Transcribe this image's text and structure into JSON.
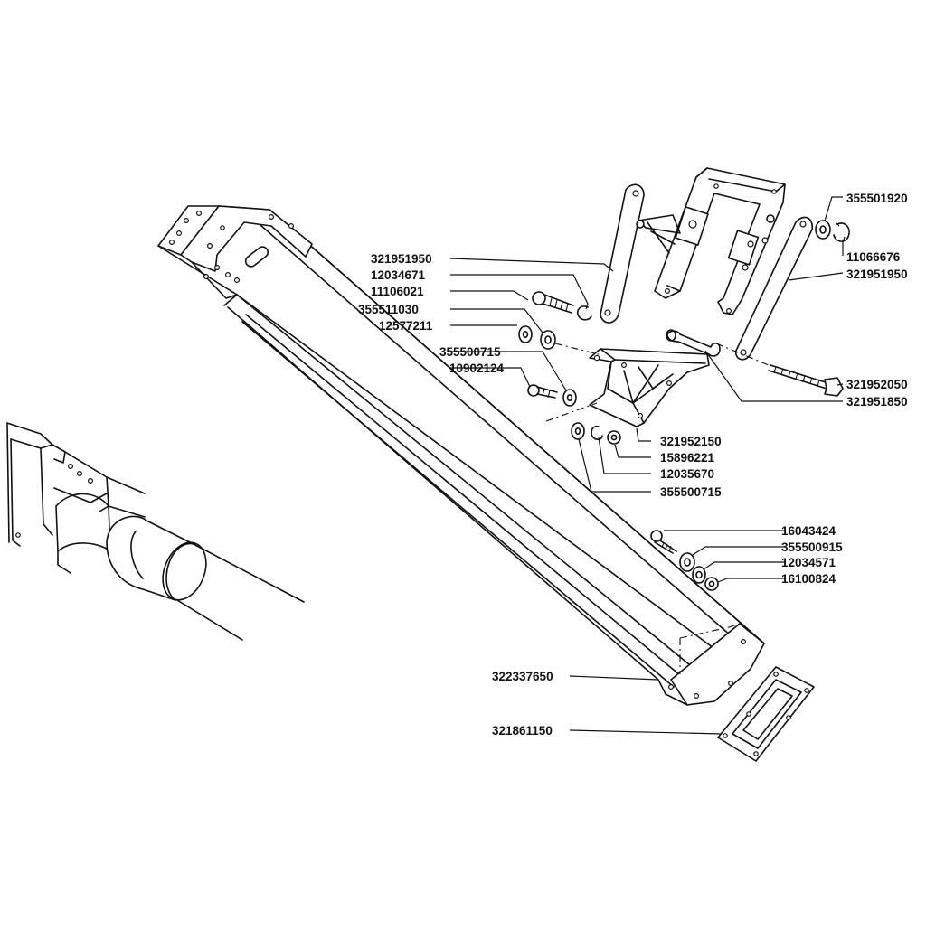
{
  "diagram": {
    "part_labels": [
      {
        "id": "p1",
        "text": "355501920"
      },
      {
        "id": "p2",
        "text": "11066676"
      },
      {
        "id": "p3",
        "text": "321951950"
      },
      {
        "id": "p4",
        "text": "321951950"
      },
      {
        "id": "p5",
        "text": "12034671"
      },
      {
        "id": "p6",
        "text": "11106021"
      },
      {
        "id": "p7",
        "text": "355511030"
      },
      {
        "id": "p8",
        "text": "12577211"
      },
      {
        "id": "p9",
        "text": "355500715"
      },
      {
        "id": "p10",
        "text": "10902124"
      },
      {
        "id": "p11",
        "text": "321952050"
      },
      {
        "id": "p12",
        "text": "321951850"
      },
      {
        "id": "p13",
        "text": "321952150"
      },
      {
        "id": "p14",
        "text": "15896221"
      },
      {
        "id": "p15",
        "text": "12035670"
      },
      {
        "id": "p16",
        "text": "355500715"
      },
      {
        "id": "p17",
        "text": "16043424"
      },
      {
        "id": "p18",
        "text": "355500915"
      },
      {
        "id": "p19",
        "text": "12034571"
      },
      {
        "id": "p20",
        "text": "16100824"
      },
      {
        "id": "p21",
        "text": "322337650"
      },
      {
        "id": "p22",
        "text": "321861150"
      }
    ]
  }
}
